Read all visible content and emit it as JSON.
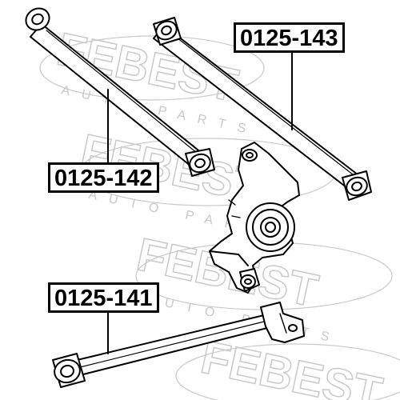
{
  "labels": {
    "part_143": "0125-143",
    "part_142": "0125-142",
    "part_141": "0125-141"
  },
  "watermark": {
    "brand": "FEBEST",
    "tagline": "AUTO PARTS"
  },
  "colors": {
    "ink": "#000000",
    "watermark": "#c9c9c9",
    "background": "#ffffff"
  }
}
